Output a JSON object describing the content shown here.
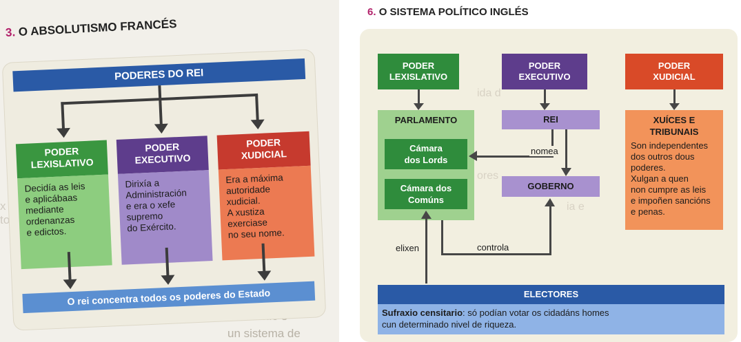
{
  "left": {
    "title_number": "3.",
    "title": "O ABSOLUTISMO FRANCÉS",
    "top_bar": "PODERES DO REI",
    "columns": [
      {
        "title": "PODER\nLEXISLATIVO",
        "body": "Decidía as leis\ne aplicábaas\nmediante\nordenanzas\ne edictos."
      },
      {
        "title": "PODER\nEXECUTIVO",
        "body": "Dirixía a\nAdministración\ne era o xefe\nsupremo\ndo Exército."
      },
      {
        "title": "PODER\nXUDICIAL",
        "body": "Era a máxima\nautoridade xudicial.\nA xustiza\nexerciase\nno seu nome."
      }
    ],
    "bottom_bar": "O rei concentra todos os poderes do Estado"
  },
  "right": {
    "title_number": "6.",
    "title": "O SISTEMA POLÍTICO INGLÉS",
    "powers": {
      "legislative": "PODER\nLEXISLATIVO",
      "executive": "PODER\nEXECUTIVO",
      "judicial": "PODER\nXUDICIAL"
    },
    "parliament": {
      "label": "PARLAMENTO",
      "lords": "Cámara\ndos Lords",
      "commons": "Cámara dos\nComúns"
    },
    "king": "REI",
    "government": "GOBERNO",
    "courts_title": "XUÍCES E\nTRIBUNAIS",
    "courts_body": "Son independentes\ndos outros dous\npoderes.\nXulgan a quen\nnon cumpre as leis\ne impoñen sancións\ne penas.",
    "edge_labels": {
      "appoints": "nomea",
      "elect": "elixen",
      "controls": "controla"
    },
    "electors_title": "ELECTORES",
    "suffrage_term": "Sufraxio censitario",
    "suffrage_text": ": só podían votar os cidadáns homes\ncun determinado nivel de riqueza."
  }
}
